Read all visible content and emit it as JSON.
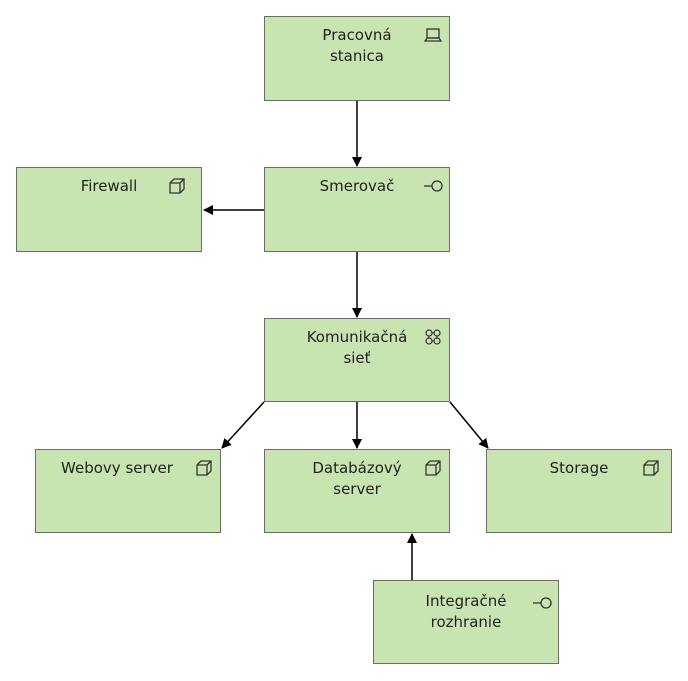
{
  "nodes": {
    "workstation": {
      "label": "Pracovná\nstanica",
      "icon": "device-icon"
    },
    "router": {
      "label": "Smerovač",
      "icon": "interface-icon"
    },
    "firewall": {
      "label": "Firewall",
      "icon": "node-icon"
    },
    "network": {
      "label": "Komunikačná\nsieť",
      "icon": "network-icon"
    },
    "web_server": {
      "label": "Webovy server",
      "icon": "node-icon"
    },
    "db_server": {
      "label": "Databázový\nserver",
      "icon": "node-icon"
    },
    "storage": {
      "label": "Storage",
      "icon": "node-icon"
    },
    "integration": {
      "label": "Integračné\nrozhranie",
      "icon": "interface-icon"
    }
  },
  "edges": [
    {
      "from": "workstation",
      "to": "router"
    },
    {
      "from": "router",
      "to": "firewall"
    },
    {
      "from": "router",
      "to": "network"
    },
    {
      "from": "network",
      "to": "web_server"
    },
    {
      "from": "network",
      "to": "db_server"
    },
    {
      "from": "network",
      "to": "storage"
    },
    {
      "from": "integration",
      "to": "db_server"
    }
  ],
  "colors": {
    "node_fill": "#c8e4b0",
    "node_border": "#6c6c6c",
    "edge": "#000000"
  }
}
